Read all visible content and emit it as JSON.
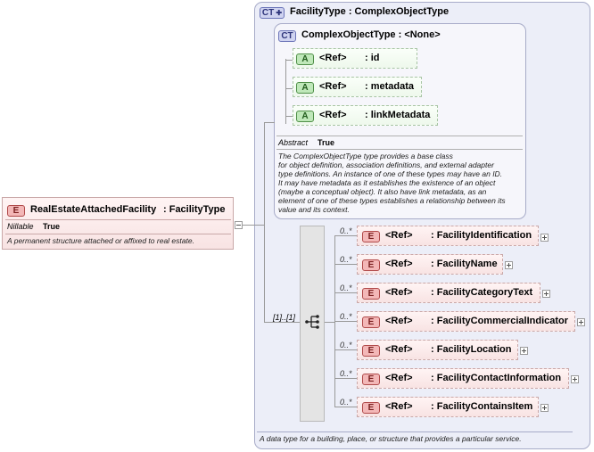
{
  "root": {
    "badge": "E",
    "name": "RealEstateAttachedFacility",
    "type": ": FacilityType",
    "prop_label": "Nillable",
    "prop_value": "True",
    "description": "A permanent structure attached or affixed to real estate."
  },
  "facility_type": {
    "badge": "CT",
    "title": "FacilityType : ComplexObjectType",
    "description": "A data type for a building, place, or structure that provides a particular service."
  },
  "complex_object_type": {
    "badge": "CT",
    "title": "ComplexObjectType : <None>",
    "attributes": [
      {
        "badge": "A",
        "ref": "<Ref>",
        "name": ": id"
      },
      {
        "badge": "A",
        "ref": "<Ref>",
        "name": ": metadata"
      },
      {
        "badge": "A",
        "ref": "<Ref>",
        "name": ": linkMetadata"
      }
    ],
    "prop_label": "Abstract",
    "prop_value": "True",
    "description_lines": [
      "The ComplexObjectType type provides a base class",
      "for object definition, association definitions, and external adapter",
      "type definitions. An instance of one of these types may have an ID.",
      "It may have metadata as it establishes the existence of an object",
      "(maybe a conceptual object). It also have link metadata, as an",
      "element of one of these types establishes a relationship between its",
      "value and its context."
    ]
  },
  "sequence": {
    "cardinality": "[1]..[1]"
  },
  "children": [
    {
      "badge": "E",
      "card": "0..*",
      "ref": "<Ref>",
      "name": ": FacilityIdentification"
    },
    {
      "badge": "E",
      "card": "0..*",
      "ref": "<Ref>",
      "name": ": FacilityName"
    },
    {
      "badge": "E",
      "card": "0..*",
      "ref": "<Ref>",
      "name": ": FacilityCategoryText"
    },
    {
      "badge": "E",
      "card": "0..*",
      "ref": "<Ref>",
      "name": ": FacilityCommercialIndicator"
    },
    {
      "badge": "E",
      "card": "0..*",
      "ref": "<Ref>",
      "name": ": FacilityLocation"
    },
    {
      "badge": "E",
      "card": "0..*",
      "ref": "<Ref>",
      "name": ": FacilityContactInformation"
    },
    {
      "badge": "E",
      "card": "0..*",
      "ref": "<Ref>",
      "name": ": FacilityContainsItem"
    }
  ]
}
